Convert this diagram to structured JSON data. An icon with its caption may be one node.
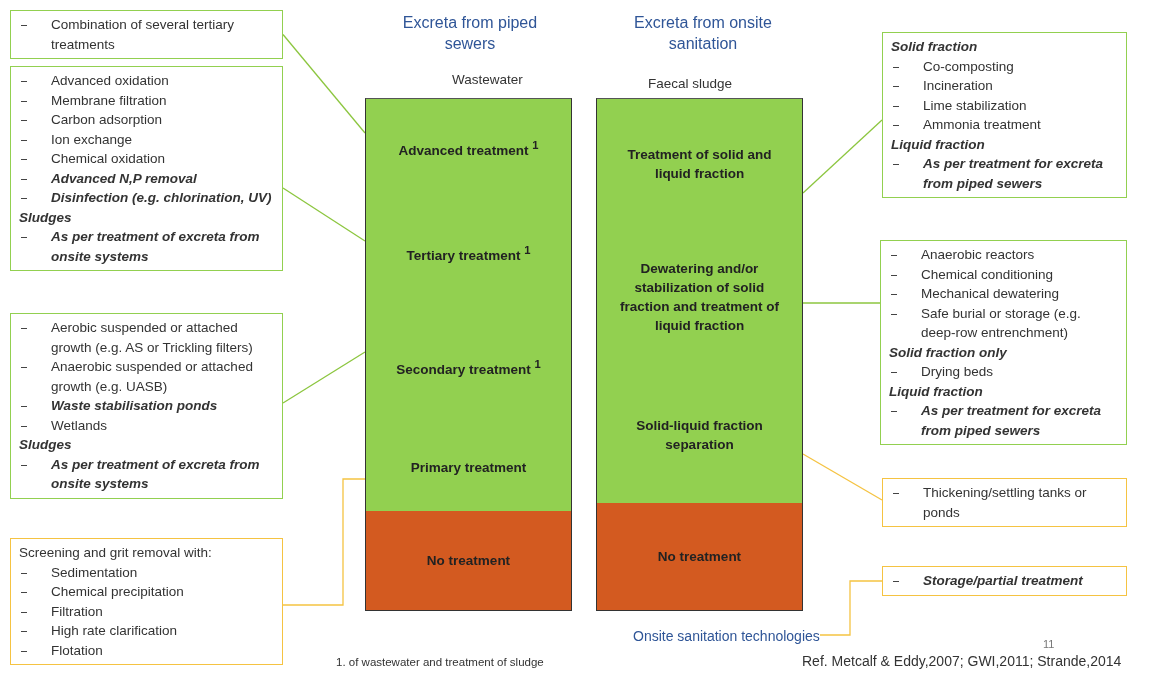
{
  "diagram": {
    "nodes": [
      {
        "text": [
          "Advanced treatment $^{1}$"
        ]
      },
      {
        "text": [
          "Tertiary treatment $^{1}$"
        ]
      },
      {
        "text": [
          "Secondary treatment $^{1}$"
        ]
      },
      {
        "text": [
          "Primary treatment"
        ]
      },
      {
        "text": [
          "No treatment"
        ]
      },
      {
        "text": [
          "Treatment of solid and liquid fraction"
        ]
      },
      {
        "text": [
          "Dewatering and/or stabilization of solid fraction and treatment of liquid fraction"
        ]
      },
      {
        "text": [
          "Solid-liquid fraction separation"
        ]
      },
      {
        "text": [
          "No treatment"
        ]
      },
      {
        "text": [
          "Combination of several tertiary treatments"
        ]
      },
      {
        "text": [
          "Advanced oxidation",
          "Membrane filtration",
          "Carbon adsorption",
          "Ion exchange",
          "Chemical oxidation",
          "Advanced N,P removal",
          "Disinfection (e.g. chlorination, UV)",
          "Sludges",
          "As per treatment of excreta from onsite systems"
        ]
      },
      {
        "text": [
          "Aerobic suspended or attached growth (e.g. AS or Trickling filters)",
          "Anaerobic suspended or attached growth (e.g. UASB)",
          "Waste stabilisation ponds",
          "Wetlands",
          "Sludges",
          "As per treatment of excreta from onsite systems"
        ]
      },
      {
        "text": [
          "Screening and grit removal with:",
          "Sedimentation",
          "Chemical precipitation",
          "Filtration",
          "High rate clarification",
          "Flotation"
        ]
      },
      {
        "text": [
          "Solid fraction",
          "Co-composting",
          "Incineration",
          "Lime stabilization",
          "Ammonia treatment",
          "Liquid fraction",
          "As per treatment for excreta from piped sewers"
        ]
      },
      {
        "text": [
          "Anaerobic reactors",
          "Chemical conditioning",
          "Mechanical dewatering",
          "Safe burial or storage (e.g. deep-row entrenchment)",
          "Solid fraction only",
          "Drying beds",
          "Liquid fraction",
          "As per treatment for excreta from piped sewers"
        ]
      },
      {
        "text": [
          "Thickening/settling tanks or ponds"
        ]
      },
      {
        "text": [
          "Storage/partial treatment"
        ]
      },
      {
        "text": [
          "Onsite sanitation technologies"
        ]
      }
    ],
    "edges": [
      {
        "from": 9,
        "to": 0,
        "arrow": "none"
      },
      {
        "from": 10,
        "to": 1,
        "arrow": "none"
      },
      {
        "from": 11,
        "to": 2,
        "arrow": "none"
      },
      {
        "from": 12,
        "to": 3,
        "arrow": "none",
        "color": "#f5c342"
      },
      {
        "from": 13,
        "to": 5,
        "arrow": "none"
      },
      {
        "from": 14,
        "to": 6,
        "arrow": "none"
      },
      {
        "from": 15,
        "to": 7,
        "arrow": "none",
        "color": "#f5c342"
      },
      {
        "from": 16,
        "to": 17,
        "arrow": "none",
        "color": "#f5c342"
      }
    ],
    "labels": [
      "Excreta from piped sewers",
      "Excreta from onsite sanitation",
      "Wastewater",
      "Faecal sludge",
      "1. of wastewater and treatment of sludge",
      "11",
      "Ref. Metcalf & Eddy,2007; GWI,2011; Strande,2014"
    ]
  }
}
